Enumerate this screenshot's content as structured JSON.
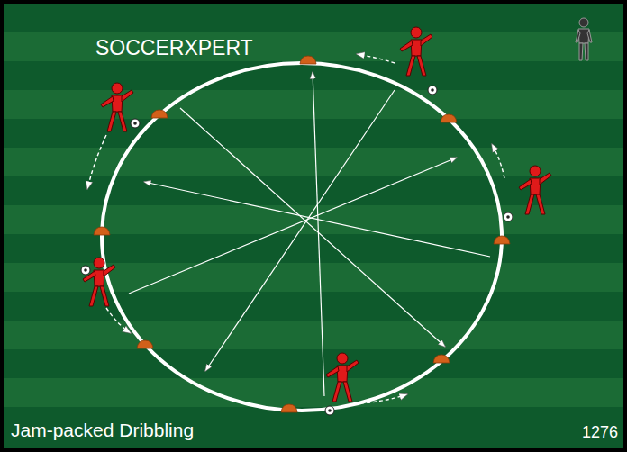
{
  "diagram": {
    "title": "Jam-packed Dribbling",
    "labels": [
      "SOCCERXPERT",
      "1276"
    ]
  }
}
